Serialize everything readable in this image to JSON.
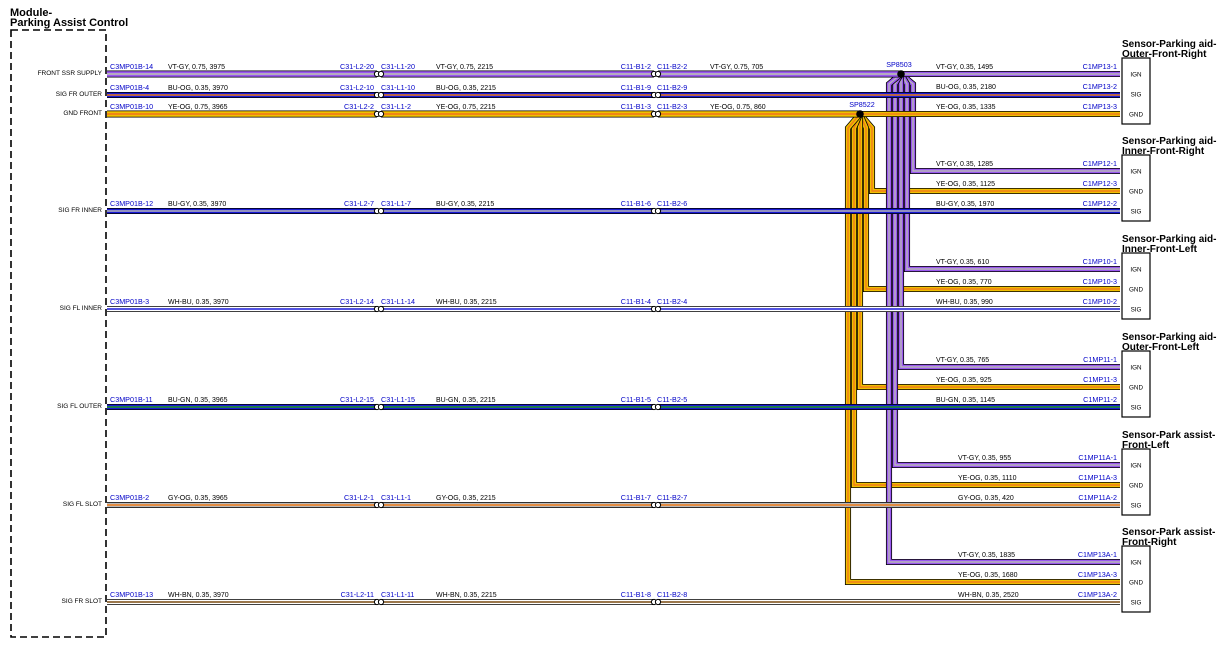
{
  "module": {
    "title_line1": "Module-",
    "title_line2": "Parking Assist Control"
  },
  "colors": {
    "VT": "#9b59f0",
    "GY": "#b8b8b8",
    "BU": "#1a1ad6",
    "OG": "#f07d1a",
    "YE": "#f0c000",
    "WH": "#ffffff",
    "GN": "#1f9b1f",
    "BN": "#7a4a10",
    "connector_text": "#0000c8"
  },
  "circuits": [
    {
      "signal": "FRONT SSR SUPPLY",
      "module_pin": "C3MP01B-14",
      "wire1": "VT-GY,  0.75,  3975",
      "inline1_left": "C31-L2-20",
      "inline1_right": "C31-L1-20",
      "wire2": "VT-GY,  0.75,  2215",
      "inline2_left": "C11-B1-2",
      "inline2_right": "C11-B2-2",
      "wire3": "VT-GY,  0.75,  705",
      "splice": "SP8503"
    },
    {
      "signal": "SIG FR OUTER",
      "module_pin": "C3MP01B-4",
      "wire1": "BU-OG,  0.35,  3970",
      "inline1_left": "C31-L2-10",
      "inline1_right": "C31-L1-10",
      "wire2": "BU-OG,  0.35,  2215",
      "inline2_left": "C11-B1-9",
      "inline2_right": "C11-B2-9",
      "wire3": "BU-OG,  0.35,  2180",
      "pin": "C1MP13-2"
    },
    {
      "signal": "GND FRONT",
      "module_pin": "C3MP01B-10",
      "wire1": "YE-OG,  0.75,  3965",
      "inline1_left": "C31-L2-2",
      "inline1_right": "C31-L1-2",
      "wire2": "YE-OG,  0.75,  2215",
      "inline2_left": "C11-B1-3",
      "inline2_right": "C11-B2-3",
      "wire3": "YE-OG,  0.75,  860",
      "splice": "SP8522"
    },
    {
      "signal": "SIG FR INNER",
      "module_pin": "C3MP01B-12",
      "wire1": "BU-GY,  0.35,  3970",
      "inline1_left": "C31-L2-7",
      "inline1_right": "C31-L1-7",
      "wire2": "BU-GY,  0.35,  2215",
      "inline2_left": "C11-B1-6",
      "inline2_right": "C11-B2-6",
      "wire3": "BU-GY,  0.35,  1970",
      "pin": "C1MP12-2"
    },
    {
      "signal": "SIG FL INNER",
      "module_pin": "C3MP01B-3",
      "wire1": "WH-BU,  0.35,  3970",
      "inline1_left": "C31-L2-14",
      "inline1_right": "C31-L1-14",
      "wire2": "WH-BU,  0.35,  2215",
      "inline2_left": "C11-B1-4",
      "inline2_right": "C11-B2-4",
      "wire3": "WH-BU,  0.35,  990",
      "pin": "C1MP10-2"
    },
    {
      "signal": "SIG FL OUTER",
      "module_pin": "C3MP01B-11",
      "wire1": "BU-GN,  0.35,  3965",
      "inline1_left": "C31-L2-15",
      "inline1_right": "C31-L1-15",
      "wire2": "BU-GN,  0.35,  2215",
      "inline2_left": "C11-B1-5",
      "inline2_right": "C11-B2-5",
      "wire3": "BU-GN,  0.35,  1145",
      "pin": "C1MP11-2"
    },
    {
      "signal": "SIG FL SLOT",
      "module_pin": "C3MP01B-2",
      "wire1": "GY-OG,  0.35,  3965",
      "inline1_left": "C31-L2-1",
      "inline1_right": "C31-L1-1",
      "wire2": "GY-OG,  0.35,  2215",
      "inline2_left": "C11-B1-7",
      "inline2_right": "C11-B2-7",
      "wire3": "GY-OG,  0.35,  420",
      "pin": "C1MP11A-2"
    },
    {
      "signal": "SIG FR SLOT",
      "module_pin": "C3MP01B-13",
      "wire1": "WH-BN,  0.35,  3970",
      "inline1_left": "C31-L2-11",
      "inline1_right": "C31-L1-11",
      "wire2": "WH-BN,  0.35,  2215",
      "inline2_left": "C11-B1-8",
      "inline2_right": "C11-B2-8",
      "wire3": "WH-BN,  0.35,  2520",
      "pin": "C1MP13A-2"
    }
  ],
  "sensors": [
    {
      "title1": "Sensor-Parking aid-",
      "title2": "Outer-Front-Right",
      "pins": [
        "IGN",
        "SIG",
        "GND"
      ],
      "rows": [
        {
          "wire": "VT-GY,  0.35,  1495",
          "pin": "C1MP13-1"
        },
        {
          "wire": "BU-OG,  0.35,  2180",
          "pin": "C1MP13-2"
        },
        {
          "wire": "YE-OG,  0.35,  1335",
          "pin": "C1MP13-3"
        }
      ]
    },
    {
      "title1": "Sensor-Parking aid-",
      "title2": "Inner-Front-Right",
      "pins": [
        "IGN",
        "GND",
        "SIG"
      ],
      "rows": [
        {
          "wire": "VT-GY,  0.35,  1285",
          "pin": "C1MP12-1"
        },
        {
          "wire": "YE-OG,  0.35,  1125",
          "pin": "C1MP12-3"
        },
        {
          "wire": "BU-GY,  0.35,  1970",
          "pin": "C1MP12-2"
        }
      ]
    },
    {
      "title1": "Sensor-Parking aid-",
      "title2": "Inner-Front-Left",
      "pins": [
        "IGN",
        "GND",
        "SIG"
      ],
      "rows": [
        {
          "wire": "VT-GY,  0.35,  610",
          "pin": "C1MP10-1"
        },
        {
          "wire": "YE-OG,  0.35,  770",
          "pin": "C1MP10-3"
        },
        {
          "wire": "WH-BU,  0.35,  990",
          "pin": "C1MP10-2"
        }
      ]
    },
    {
      "title1": "Sensor-Parking aid-",
      "title2": "Outer-Front-Left",
      "pins": [
        "IGN",
        "GND",
        "SIG"
      ],
      "rows": [
        {
          "wire": "VT-GY,  0.35,  765",
          "pin": "C1MP11-1"
        },
        {
          "wire": "YE-OG,  0.35,  925",
          "pin": "C1MP11-3"
        },
        {
          "wire": "BU-GN,  0.35,  1145",
          "pin": "C1MP11-2"
        }
      ]
    },
    {
      "title1": "Sensor-Park assist-",
      "title2": "Front-Left",
      "pins": [
        "IGN",
        "GND",
        "SIG"
      ],
      "rows": [
        {
          "wire": "VT-GY,  0.35,  955",
          "pin": "C1MP11A-1"
        },
        {
          "wire": "YE-OG,  0.35,  1110",
          "pin": "C1MP11A-3"
        },
        {
          "wire": "GY-OG,  0.35,  420",
          "pin": "C1MP11A-2"
        }
      ]
    },
    {
      "title1": "Sensor-Park assist-",
      "title2": "Front-Right",
      "pins": [
        "IGN",
        "GND",
        "SIG"
      ],
      "rows": [
        {
          "wire": "VT-GY,  0.35,  1835",
          "pin": "C1MP13A-1"
        },
        {
          "wire": "YE-OG,  0.35,  1680",
          "pin": "C1MP13A-3"
        },
        {
          "wire": "WH-BN,  0.35,  2520",
          "pin": "C1MP13A-2"
        }
      ]
    }
  ]
}
